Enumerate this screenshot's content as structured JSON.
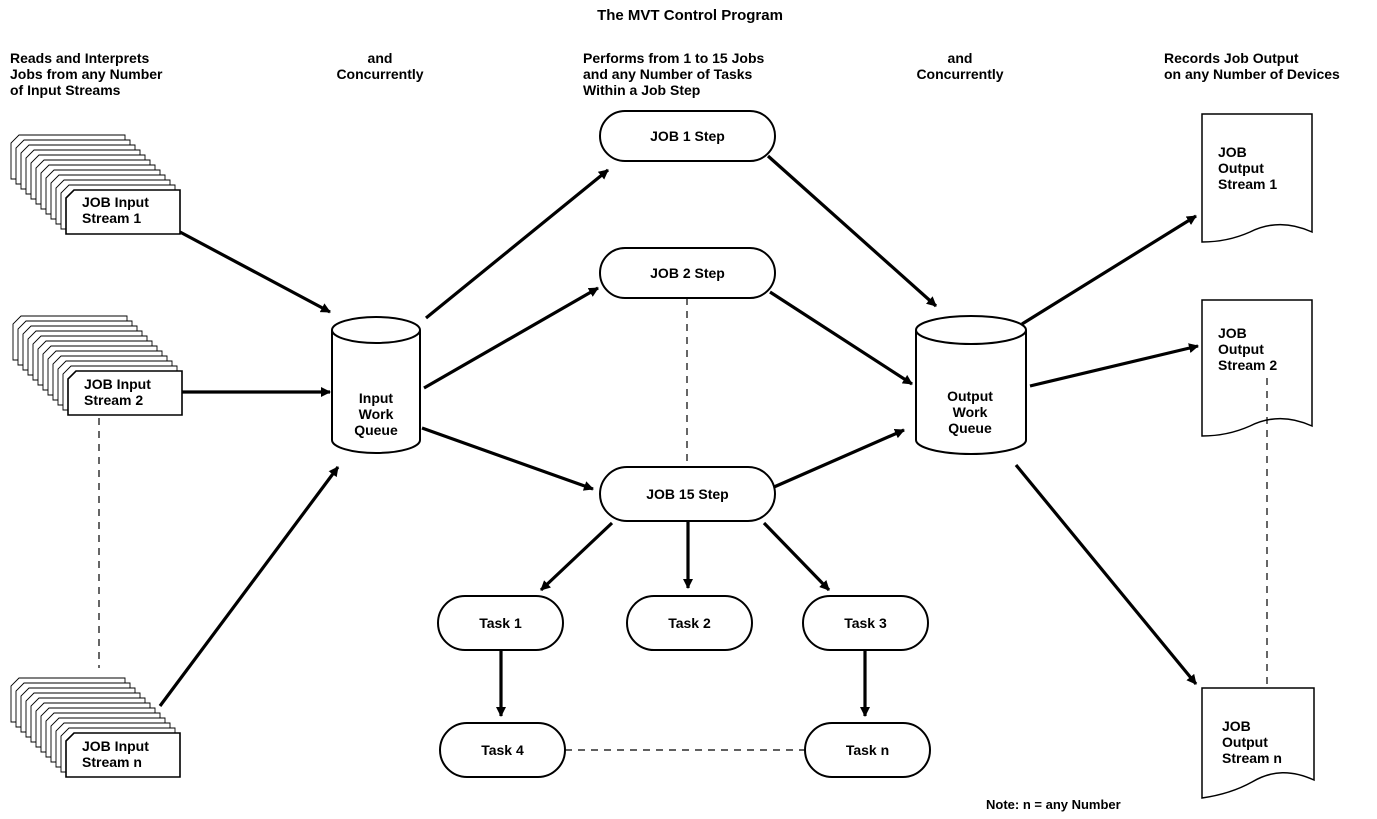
{
  "title": "The MVT Control Program",
  "headers": {
    "col1": "Reads and Interprets\nJobs from any Number\nof Input Streams",
    "col2": "and\nConcurrently",
    "col3": "Performs from  1 to 15 Jobs\nand any Number of Tasks\nWithin a Job Step",
    "col4": "and\nConcurrently",
    "col5": "Records Job Output\non any Number of Devices"
  },
  "input_streams": [
    "JOB Input\nStream 1",
    "JOB Input\nStream 2",
    "JOB Input\nStream n"
  ],
  "input_queue": "Input\nWork\nQueue",
  "job_steps": [
    "JOB 1 Step",
    "JOB 2 Step",
    "JOB 15 Step"
  ],
  "tasks": [
    "Task 1",
    "Task 2",
    "Task 3",
    "Task 4",
    "Task n"
  ],
  "output_queue": "Output\nWork\nQueue",
  "output_streams": [
    "JOB\nOutput\nStream 1",
    "JOB\nOutput\nStream 2",
    "JOB\nOutput\nStream n"
  ],
  "note": "Note: n = any Number"
}
